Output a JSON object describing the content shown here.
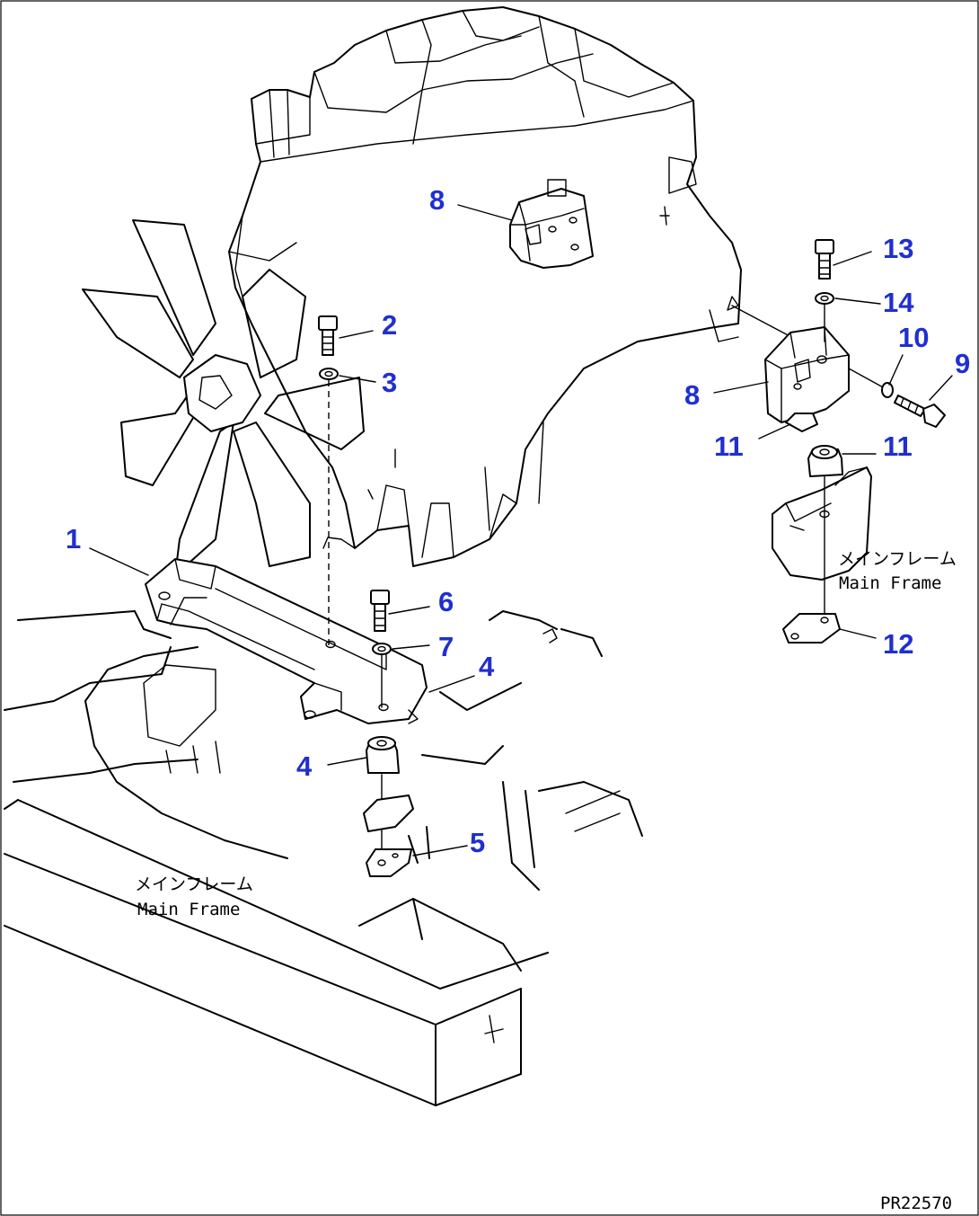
{
  "callouts": [
    {
      "id": "1",
      "label": "1"
    },
    {
      "id": "2",
      "label": "2"
    },
    {
      "id": "3",
      "label": "3"
    },
    {
      "id": "4a",
      "label": "4"
    },
    {
      "id": "4b",
      "label": "4"
    },
    {
      "id": "5",
      "label": "5"
    },
    {
      "id": "6",
      "label": "6"
    },
    {
      "id": "7",
      "label": "7"
    },
    {
      "id": "8a",
      "label": "8"
    },
    {
      "id": "8b",
      "label": "8"
    },
    {
      "id": "9",
      "label": "9"
    },
    {
      "id": "10",
      "label": "10"
    },
    {
      "id": "11a",
      "label": "11"
    },
    {
      "id": "11b",
      "label": "11"
    },
    {
      "id": "12",
      "label": "12"
    },
    {
      "id": "13",
      "label": "13"
    },
    {
      "id": "14",
      "label": "14"
    }
  ],
  "frame_labels": {
    "left_jp": "メインフレーム",
    "left_en": "Main Frame",
    "right_jp": "メインフレーム",
    "right_en": "Main Frame"
  },
  "drawing_id": "PR22570",
  "colors": {
    "callout": "#1f2fd0",
    "line": "#000000",
    "background": "#ffffff"
  }
}
